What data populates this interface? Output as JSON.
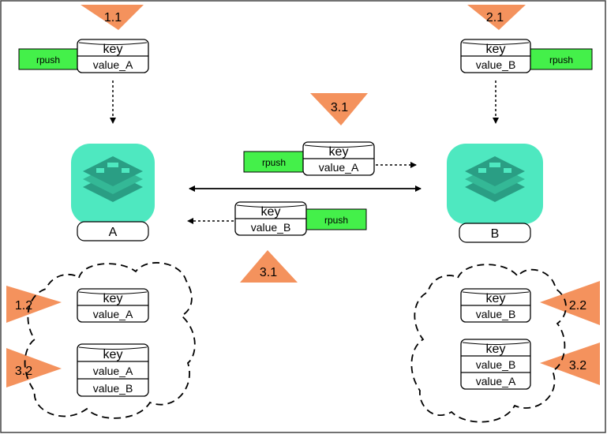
{
  "colors": {
    "marker": "#f4925d",
    "rpush": "#44f04a",
    "node": "#4ee8c0",
    "node_dark": "#2a9e84",
    "border": "#000000"
  },
  "markers": {
    "m11": "1.1",
    "m21": "2.1",
    "m31_top": "3.1",
    "m31_bottom": "3.1",
    "m12": "1.2",
    "m32": "3.2",
    "m22": "2.2",
    "m32_right": "3.2"
  },
  "records": {
    "r1": {
      "key": "key",
      "values": [
        "value_A"
      ]
    },
    "r2": {
      "key": "key",
      "values": [
        "value_B"
      ]
    },
    "r3": {
      "key": "key",
      "values": [
        "value_A"
      ]
    },
    "r4": {
      "key": "key",
      "values": [
        "value_B"
      ]
    },
    "r5": {
      "key": "key",
      "values": [
        "value_A"
      ]
    },
    "r6": {
      "key": "key",
      "values": [
        "value_A",
        "value_B"
      ]
    },
    "r7": {
      "key": "key",
      "values": [
        "value_B"
      ]
    },
    "r8": {
      "key": "key",
      "values": [
        "value_B",
        "value_A"
      ]
    }
  },
  "rpush": {
    "p1": "rpush",
    "p2": "rpush",
    "p3": "rpush",
    "p4": "rpush"
  },
  "nodes": {
    "a": "A",
    "b": "B"
  }
}
